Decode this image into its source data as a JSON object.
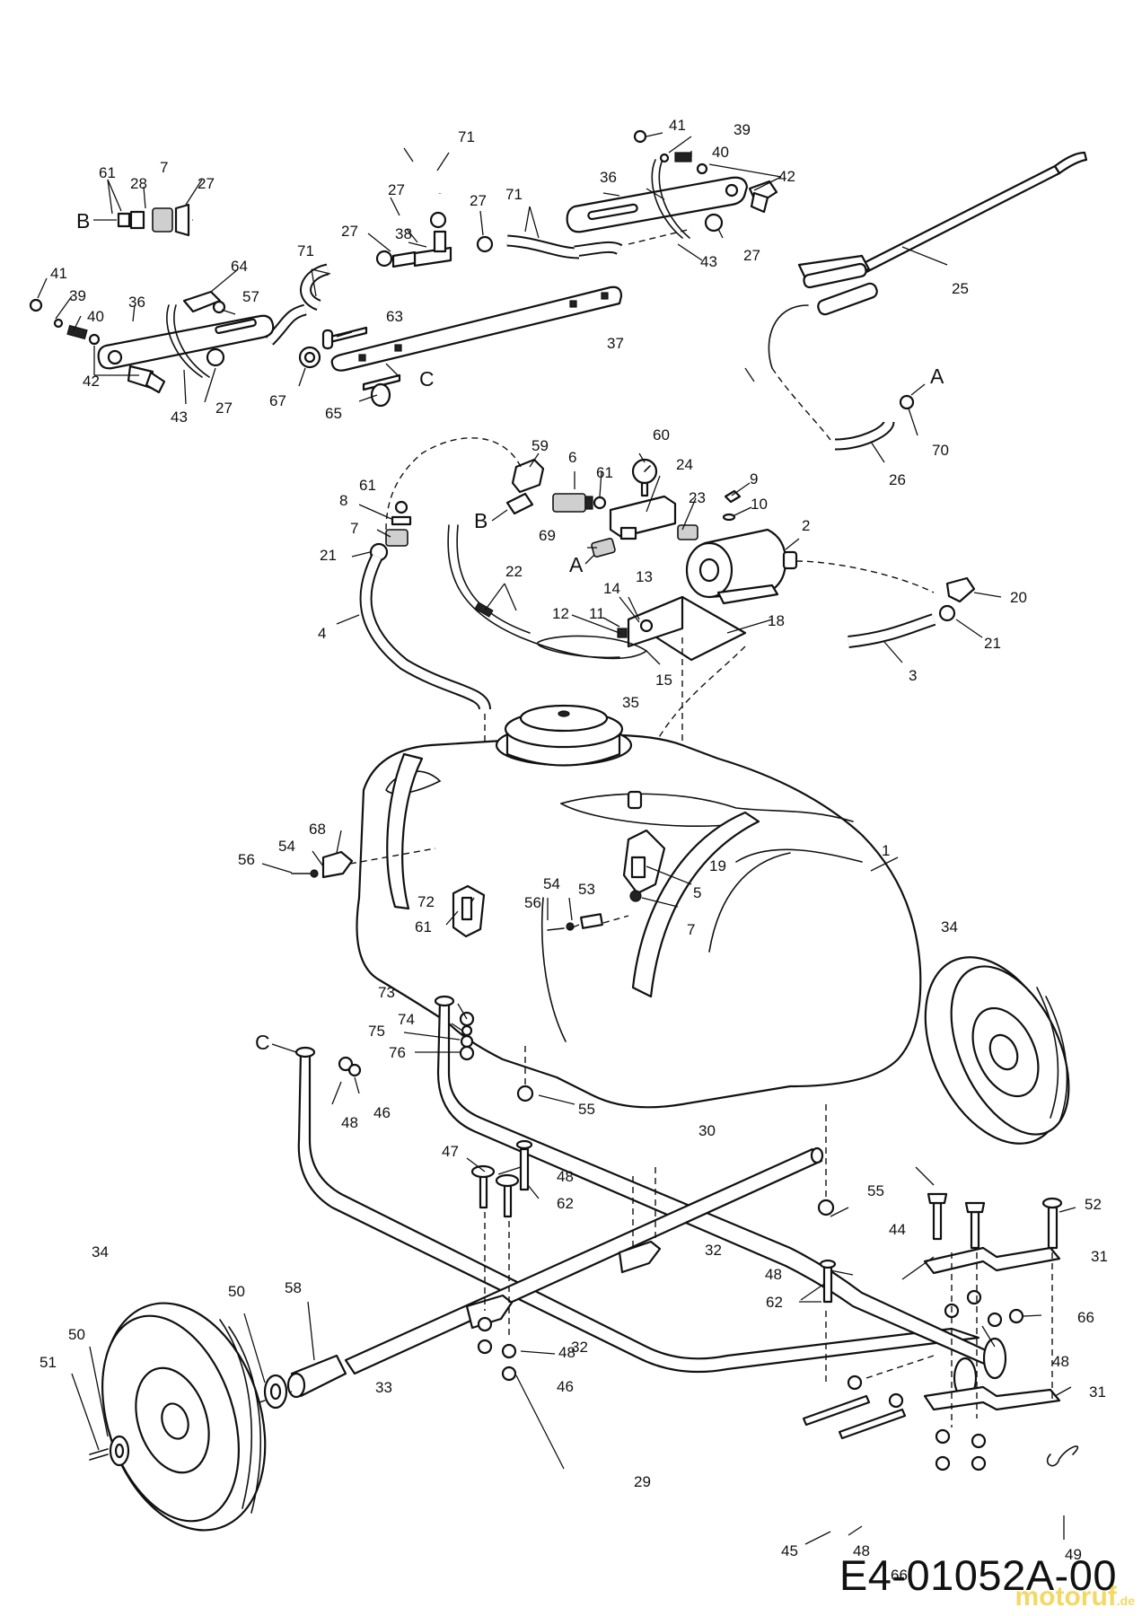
{
  "diagram": {
    "reference_code": "E4-01052A-00",
    "watermark": "motoruf",
    "watermark_domain": ".de",
    "connector_letters": [
      "A",
      "B",
      "C"
    ],
    "callouts": [
      {
        "id": "c1",
        "text": "1"
      },
      {
        "id": "c2",
        "text": "2"
      },
      {
        "id": "c3",
        "text": "3"
      },
      {
        "id": "c4",
        "text": "4"
      },
      {
        "id": "c5",
        "text": "5"
      },
      {
        "id": "c6",
        "text": "6"
      },
      {
        "id": "c7a",
        "text": "7"
      },
      {
        "id": "c7b",
        "text": "7"
      },
      {
        "id": "c7c",
        "text": "7"
      },
      {
        "id": "c8",
        "text": "8"
      },
      {
        "id": "c9",
        "text": "9"
      },
      {
        "id": "c10",
        "text": "10"
      },
      {
        "id": "c11",
        "text": "11"
      },
      {
        "id": "c12",
        "text": "12"
      },
      {
        "id": "c13",
        "text": "13"
      },
      {
        "id": "c14",
        "text": "14"
      },
      {
        "id": "c15",
        "text": "15"
      },
      {
        "id": "c18",
        "text": "18"
      },
      {
        "id": "c19",
        "text": "19"
      },
      {
        "id": "c20",
        "text": "20"
      },
      {
        "id": "c21a",
        "text": "21"
      },
      {
        "id": "c21b",
        "text": "21"
      },
      {
        "id": "c22",
        "text": "22"
      },
      {
        "id": "c23",
        "text": "23"
      },
      {
        "id": "c24",
        "text": "24"
      },
      {
        "id": "c25",
        "text": "25"
      },
      {
        "id": "c26",
        "text": "26"
      },
      {
        "id": "c27a",
        "text": "27"
      },
      {
        "id": "c27b",
        "text": "27"
      },
      {
        "id": "c27c",
        "text": "27"
      },
      {
        "id": "c27d",
        "text": "27"
      },
      {
        "id": "c27e",
        "text": "27"
      },
      {
        "id": "c27f",
        "text": "27"
      },
      {
        "id": "c28",
        "text": "28"
      },
      {
        "id": "c29",
        "text": "29"
      },
      {
        "id": "c30",
        "text": "30"
      },
      {
        "id": "c31a",
        "text": "31"
      },
      {
        "id": "c31b",
        "text": "31"
      },
      {
        "id": "c32a",
        "text": "32"
      },
      {
        "id": "c32b",
        "text": "32"
      },
      {
        "id": "c33",
        "text": "33"
      },
      {
        "id": "c34a",
        "text": "34"
      },
      {
        "id": "c34b",
        "text": "34"
      },
      {
        "id": "c35",
        "text": "35"
      },
      {
        "id": "c36a",
        "text": "36"
      },
      {
        "id": "c36b",
        "text": "36"
      },
      {
        "id": "c37",
        "text": "37"
      },
      {
        "id": "c38",
        "text": "38"
      },
      {
        "id": "c39a",
        "text": "39"
      },
      {
        "id": "c39b",
        "text": "39"
      },
      {
        "id": "c40a",
        "text": "40"
      },
      {
        "id": "c40b",
        "text": "40"
      },
      {
        "id": "c41a",
        "text": "41"
      },
      {
        "id": "c41b",
        "text": "41"
      },
      {
        "id": "c42a",
        "text": "42"
      },
      {
        "id": "c42b",
        "text": "42"
      },
      {
        "id": "c43a",
        "text": "43"
      },
      {
        "id": "c43b",
        "text": "43"
      },
      {
        "id": "c44",
        "text": "44"
      },
      {
        "id": "c45",
        "text": "45"
      },
      {
        "id": "c46a",
        "text": "46"
      },
      {
        "id": "c46b",
        "text": "46"
      },
      {
        "id": "c47",
        "text": "47"
      },
      {
        "id": "c48a",
        "text": "48"
      },
      {
        "id": "c48b",
        "text": "48"
      },
      {
        "id": "c48c",
        "text": "48"
      },
      {
        "id": "c48d",
        "text": "48"
      },
      {
        "id": "c48e",
        "text": "48"
      },
      {
        "id": "c48f",
        "text": "48"
      },
      {
        "id": "c49",
        "text": "49"
      },
      {
        "id": "c50a",
        "text": "50"
      },
      {
        "id": "c50b",
        "text": "50"
      },
      {
        "id": "c51",
        "text": "51"
      },
      {
        "id": "c52",
        "text": "52"
      },
      {
        "id": "c53",
        "text": "53"
      },
      {
        "id": "c54a",
        "text": "54"
      },
      {
        "id": "c54b",
        "text": "54"
      },
      {
        "id": "c55a",
        "text": "55"
      },
      {
        "id": "c55b",
        "text": "55"
      },
      {
        "id": "c56a",
        "text": "56"
      },
      {
        "id": "c56b",
        "text": "56"
      },
      {
        "id": "c57",
        "text": "57"
      },
      {
        "id": "c58",
        "text": "58"
      },
      {
        "id": "c59",
        "text": "59"
      },
      {
        "id": "c60",
        "text": "60"
      },
      {
        "id": "c61a",
        "text": "61"
      },
      {
        "id": "c61b",
        "text": "61"
      },
      {
        "id": "c61c",
        "text": "61"
      },
      {
        "id": "c61d",
        "text": "61"
      },
      {
        "id": "c62a",
        "text": "62"
      },
      {
        "id": "c62b",
        "text": "62"
      },
      {
        "id": "c63",
        "text": "63"
      },
      {
        "id": "c64",
        "text": "64"
      },
      {
        "id": "c65",
        "text": "65"
      },
      {
        "id": "c66a",
        "text": "66"
      },
      {
        "id": "c66b",
        "text": "66"
      },
      {
        "id": "c67",
        "text": "67"
      },
      {
        "id": "c68",
        "text": "68"
      },
      {
        "id": "c69",
        "text": "69"
      },
      {
        "id": "c70",
        "text": "70"
      },
      {
        "id": "c71a",
        "text": "71"
      },
      {
        "id": "c71b",
        "text": "71"
      },
      {
        "id": "c71c",
        "text": "71"
      },
      {
        "id": "c72",
        "text": "72"
      },
      {
        "id": "c73",
        "text": "73"
      },
      {
        "id": "c74",
        "text": "74"
      },
      {
        "id": "c75",
        "text": "75"
      },
      {
        "id": "c76",
        "text": "76"
      }
    ]
  }
}
